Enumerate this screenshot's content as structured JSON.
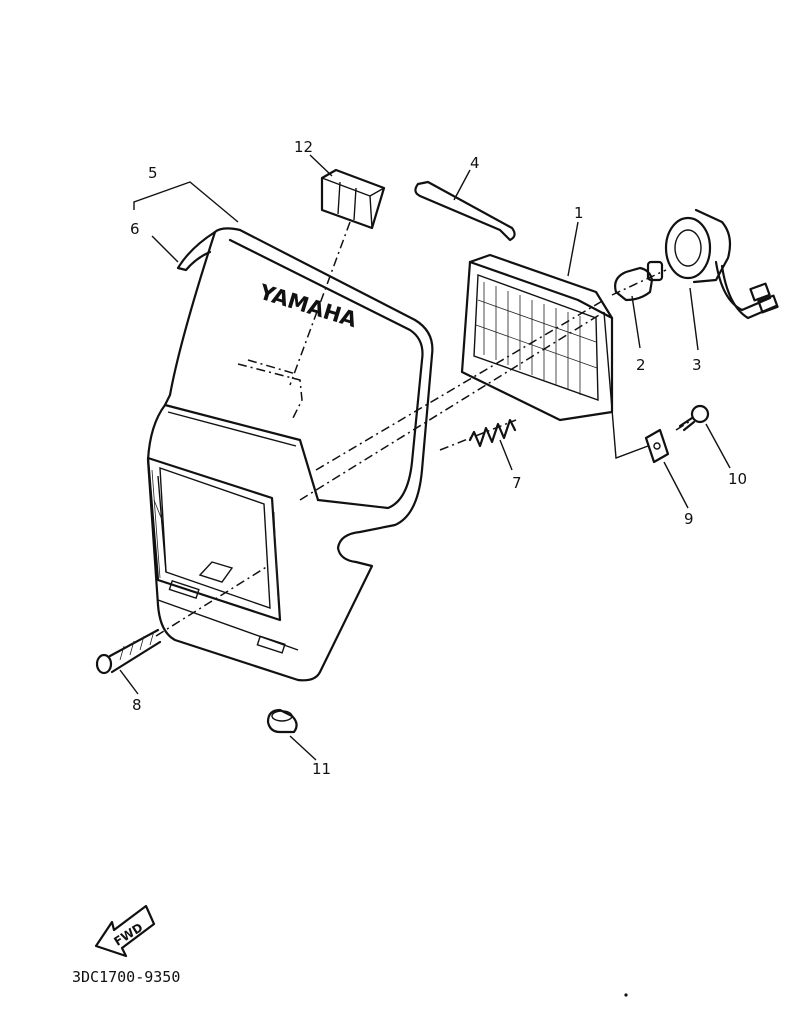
{
  "diagram": {
    "brand_text": "YAMAHA",
    "direction_label": "FWD",
    "part_code": "3DC1700-9350",
    "callouts": {
      "c1": "1",
      "c2": "2",
      "c3": "3",
      "c4": "4",
      "c5": "5",
      "c6": "6",
      "c7": "7",
      "c8": "8",
      "c9": "9",
      "c10": "10",
      "c11": "11",
      "c12": "12"
    }
  }
}
